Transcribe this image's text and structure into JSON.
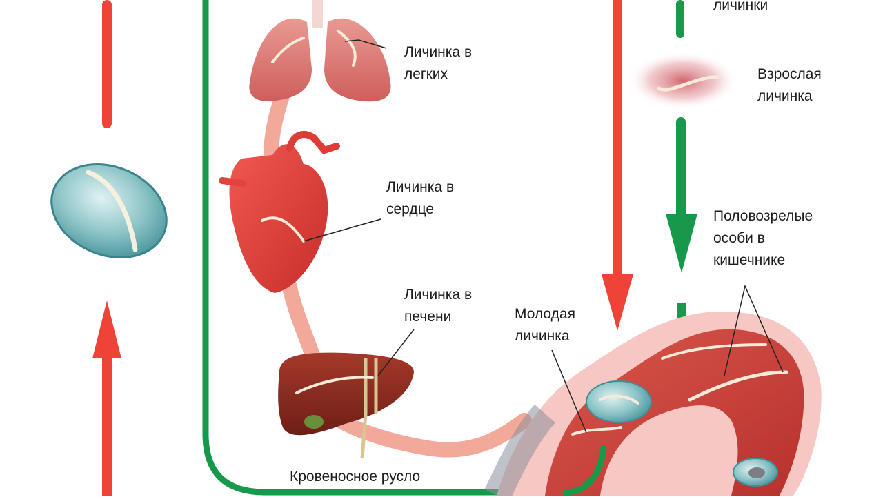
{
  "labels": {
    "lung": [
      "Личинка в",
      "легких"
    ],
    "heart": [
      "Личинка в",
      "сердце"
    ],
    "liver": [
      "Личинка в",
      "печени"
    ],
    "young": [
      "Молодая",
      "личинка"
    ],
    "adult_larva": [
      "Взрослая",
      "личинка"
    ],
    "mature": [
      "Половозрелые",
      "особи в",
      "кишечнике"
    ],
    "bloodstream": "Кровеносное русло",
    "top_right_partial": "личинки"
  },
  "colors": {
    "red_arrow": "#ef4338",
    "green_arrow": "#16994a",
    "lung": "#d9706c",
    "heart": "#e2443d",
    "liver": "#8f2a1e",
    "intestine": "#d0433b",
    "egg": "#6fb0b5",
    "worm": "#f6ead8"
  },
  "icons": [
    "egg-icon",
    "lungs-icon",
    "heart-icon",
    "liver-icon",
    "intestine-icon",
    "larva-icon"
  ]
}
